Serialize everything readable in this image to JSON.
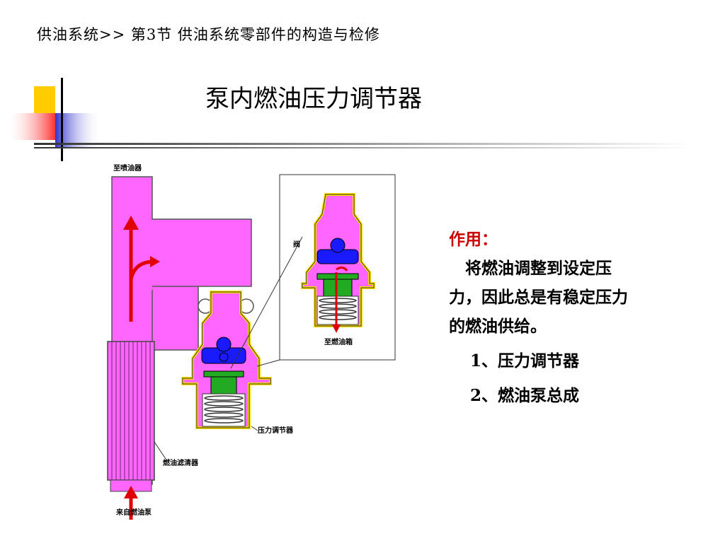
{
  "slide": {
    "breadcrumb": "供油系统>> 第3节 供油系统零部件的构造与检修",
    "title": "泵内燃油压力调节器"
  },
  "diagram": {
    "label_injector": "至喷油器",
    "label_valve": "阀",
    "label_to_tank": "至燃油箱",
    "label_regulator": "压力调节器",
    "label_filter": "燃油滤清器",
    "label_from_pump": "来自燃油泵"
  },
  "content": {
    "heading": "作用：",
    "paragraph": "将燃油调整到设定压力，因此总是有稳定压力的燃油供给。",
    "item1": "1、压力调节器",
    "item2": "2、燃油泵总成"
  },
  "colors": {
    "fuel_pink": "#ff66ff",
    "valve_blue": "#1a1aff",
    "valve_green": "#22aa22",
    "arrow_red": "#e00000",
    "yellow_outline": "#ffdd00",
    "accent_yellow": "#ffcc00",
    "accent_blue": "#3333cc",
    "accent_red": "#ff3333"
  }
}
